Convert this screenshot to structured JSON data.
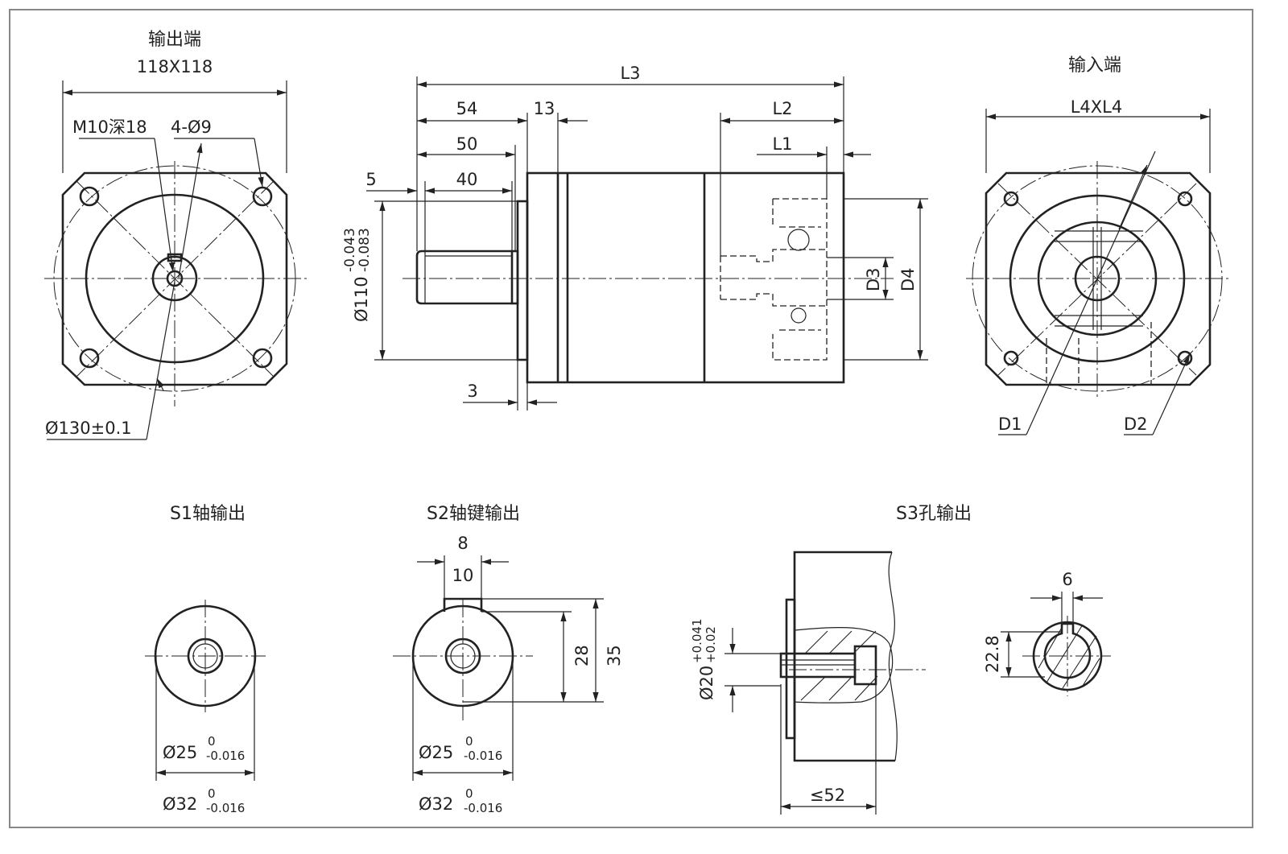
{
  "output_end": {
    "title": "输出端",
    "size": "118X118",
    "tap_hole": "M10深18",
    "bolt_holes": "4-Ø9",
    "pilot": "Ø130±0.1"
  },
  "side_view": {
    "L3": "L3",
    "dim_54": "54",
    "dim_13": "13",
    "dim_50": "50",
    "dim_40": "40",
    "dim_5": "5",
    "L2": "L2",
    "L1": "L1",
    "dim_3": "3",
    "shaft_dia": "Ø110",
    "shaft_tol_upper": "-0.043",
    "shaft_tol_lower": "-0.083",
    "D3": "D3",
    "D4": "D4"
  },
  "input_end": {
    "title": "输入端",
    "size": "L4XL4",
    "D1": "D1",
    "D2": "D2"
  },
  "s1": {
    "title": "S1轴输出",
    "dia_inner": "Ø25",
    "dia_outer": "Ø32",
    "tol_upper": "0",
    "tol_lower": "-0.016"
  },
  "s2": {
    "title": "S2轴键输出",
    "key_8": "8",
    "key_10": "10",
    "dim_28": "28",
    "dim_35": "35",
    "dia_inner": "Ø25",
    "dia_outer": "Ø32",
    "tol_upper": "0",
    "tol_lower": "-0.016"
  },
  "s3": {
    "title": "S3孔输出",
    "bore": "Ø20",
    "tol_upper": "+0.041",
    "tol_lower": "+0.02",
    "depth": "≤52",
    "key_6": "6",
    "dim_22_8": "22.8"
  }
}
